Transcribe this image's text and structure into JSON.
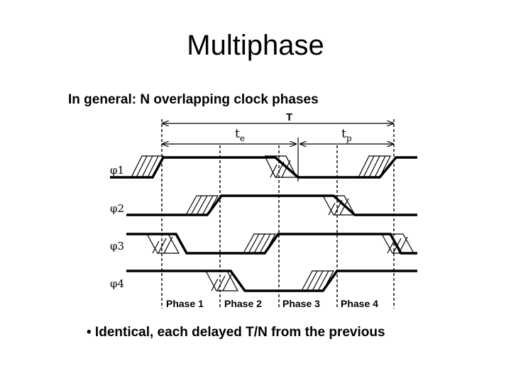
{
  "slide": {
    "title": "Multiphase",
    "subtitle": "In general: N overlapping clock phases",
    "bullet": "• Identical, each delayed T/N from the previous"
  },
  "diagram": {
    "period_label": "T",
    "te_label": "t",
    "te_sub": "e",
    "tp_label": "t",
    "tp_sub": "p",
    "signals": [
      {
        "name": "φ1"
      },
      {
        "name": "φ2"
      },
      {
        "name": "φ3"
      },
      {
        "name": "φ4"
      }
    ],
    "phases": [
      "Phase 1",
      "Phase 2",
      "Phase 3",
      "Phase 4"
    ]
  },
  "colors": {
    "ink": "#000000",
    "background": "#ffffff"
  }
}
